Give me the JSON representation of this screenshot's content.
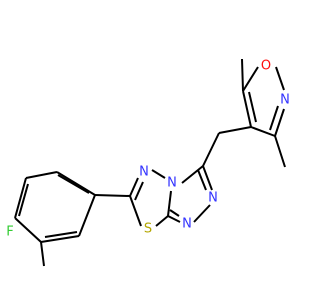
{
  "colors": {
    "background": "#ffffff",
    "bond": "#000000",
    "N": "#3333ff",
    "O": "#ff0d0d",
    "S": "#b3a600",
    "F": "#33cc33"
  },
  "atoms": {
    "N1": "N",
    "N2": "N",
    "N3": "N",
    "N4": "N",
    "N_iso": "N",
    "O_iso": "O",
    "S": "S",
    "F": "F"
  }
}
